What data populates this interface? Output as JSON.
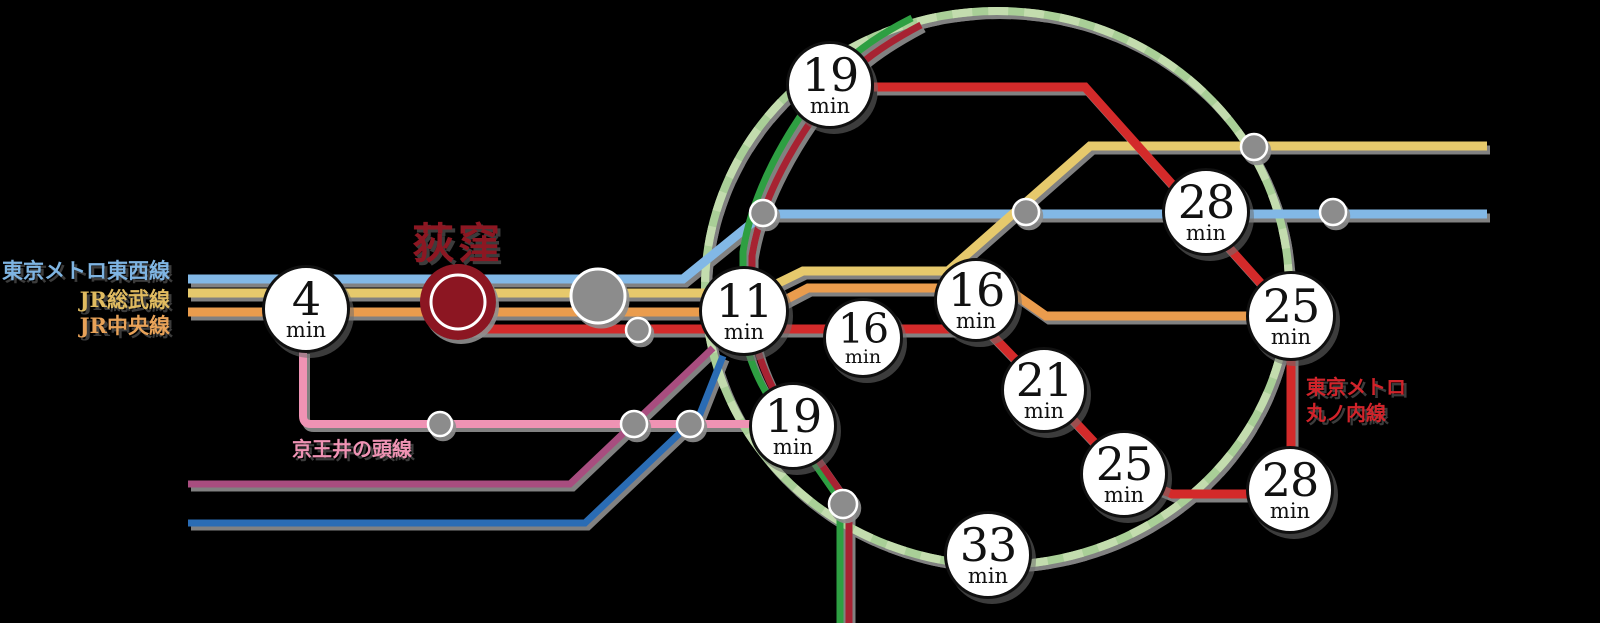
{
  "title_station": {
    "name": "荻窪"
  },
  "left_line_labels": [
    {
      "text": "東京メトロ東西線",
      "color": "#7fb5e3"
    },
    {
      "text": "JR総武線",
      "color": "#e0bb60"
    },
    {
      "text": "JR中央線",
      "color": "#e8a258"
    }
  ],
  "inokashira_label": {
    "text": "京王井の頭線",
    "color": "#ef93b4"
  },
  "marunouchi_label": {
    "line1": "東京メトロ",
    "line2": "丸ノ内線",
    "color": "#d2232a"
  },
  "badges": [
    {
      "value": "19",
      "unit": "min"
    },
    {
      "value": "28",
      "unit": "min"
    },
    {
      "value": "4",
      "unit": "min"
    },
    {
      "value": "11",
      "unit": "min"
    },
    {
      "value": "16",
      "unit": "min"
    },
    {
      "value": "25",
      "unit": "min"
    },
    {
      "value": "16",
      "unit": "min"
    },
    {
      "value": "21",
      "unit": "min"
    },
    {
      "value": "19",
      "unit": "min"
    },
    {
      "value": "25",
      "unit": "min"
    },
    {
      "value": "28",
      "unit": "min"
    },
    {
      "value": "33",
      "unit": "min"
    }
  ],
  "line_colors": {
    "tozai_blue": "#82b8e6",
    "sobu_yellow": "#e6c96c",
    "chuo_orange": "#ea9c4e",
    "marunouchi_red": "#d32b2b",
    "inokashira_pink": "#ef93b4",
    "yamanote_loop_green": "#a9cf97",
    "green_line": "#2f9f43",
    "dark_red_line": "#a72433",
    "purple_line": "#a84e7f",
    "blue_line": "#2c6cb4",
    "station_marker_gray": "#8c8c8c",
    "ogikubo_dark_red": "#8c1722",
    "background": "#000000"
  }
}
